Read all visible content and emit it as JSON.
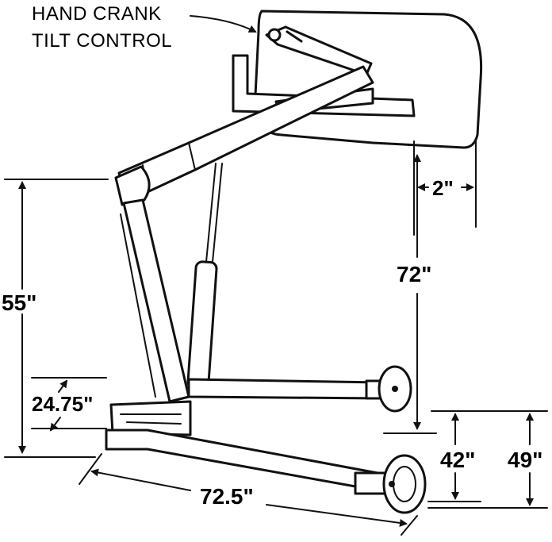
{
  "labels": {
    "tilt_control_line1": "HAND CRANK",
    "tilt_control_line2": "TILT CONTROL",
    "dim_2": "2\"",
    "dim_72": "72\"",
    "dim_55": "55\"",
    "dim_24_75": "24.75\"",
    "dim_42": "42\"",
    "dim_49": "49\"",
    "dim_72_5": "72.5\""
  }
}
